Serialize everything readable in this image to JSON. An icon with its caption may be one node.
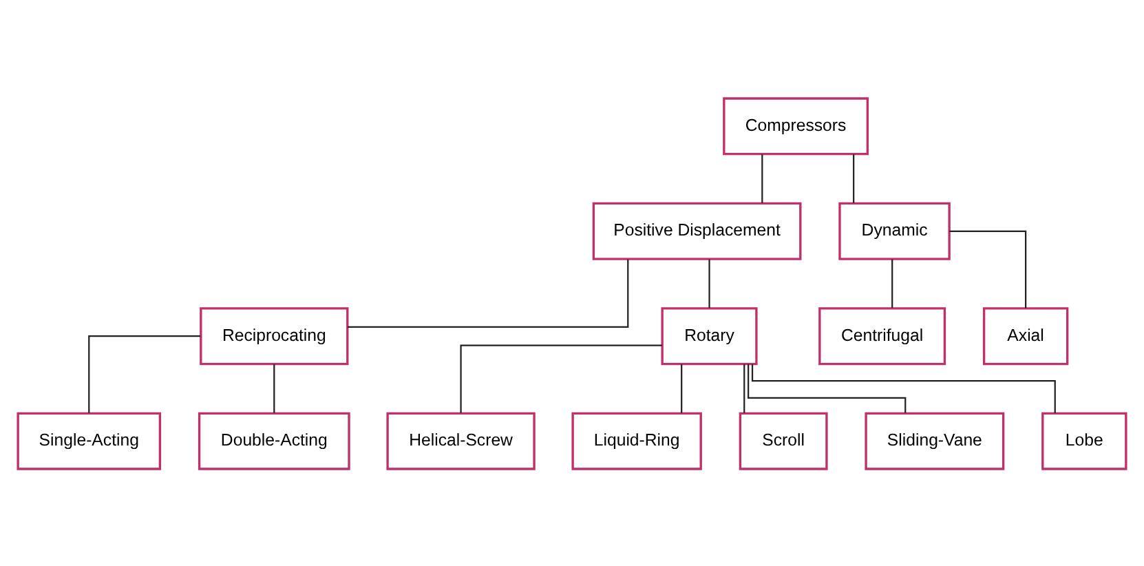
{
  "diagram": {
    "nodes": [
      {
        "text": [
          "Compressors"
        ]
      },
      {
        "text": [
          "Positive Displacement"
        ]
      },
      {
        "text": [
          "Dynamic"
        ]
      },
      {
        "text": [
          "Reciprocating"
        ]
      },
      {
        "text": [
          "Rotary"
        ]
      },
      {
        "text": [
          "Centrifugal"
        ]
      },
      {
        "text": [
          "Axial"
        ]
      },
      {
        "text": [
          "Single-Acting"
        ]
      },
      {
        "text": [
          "Double-Acting"
        ]
      },
      {
        "text": [
          "Helical-Screw"
        ]
      },
      {
        "text": [
          "Liquid-Ring"
        ]
      },
      {
        "text": [
          "Scroll"
        ]
      },
      {
        "text": [
          "Sliding-Vane"
        ]
      },
      {
        "text": [
          "Lobe"
        ]
      }
    ],
    "edges": [
      {
        "from": 0,
        "to": 1,
        "arrow": "none"
      },
      {
        "from": 0,
        "to": 2,
        "arrow": "none"
      },
      {
        "from": 1,
        "to": 3,
        "arrow": "none"
      },
      {
        "from": 1,
        "to": 4,
        "arrow": "none"
      },
      {
        "from": 2,
        "to": 5,
        "arrow": "none"
      },
      {
        "from": 2,
        "to": 6,
        "arrow": "none"
      },
      {
        "from": 3,
        "to": 7,
        "arrow": "none"
      },
      {
        "from": 3,
        "to": 8,
        "arrow": "none"
      },
      {
        "from": 4,
        "to": 9,
        "arrow": "none"
      },
      {
        "from": 4,
        "to": 10,
        "arrow": "none"
      },
      {
        "from": 4,
        "to": 11,
        "arrow": "none"
      },
      {
        "from": 4,
        "to": 12,
        "arrow": "none"
      },
      {
        "from": 4,
        "to": 13,
        "arrow": "none"
      }
    ]
  }
}
